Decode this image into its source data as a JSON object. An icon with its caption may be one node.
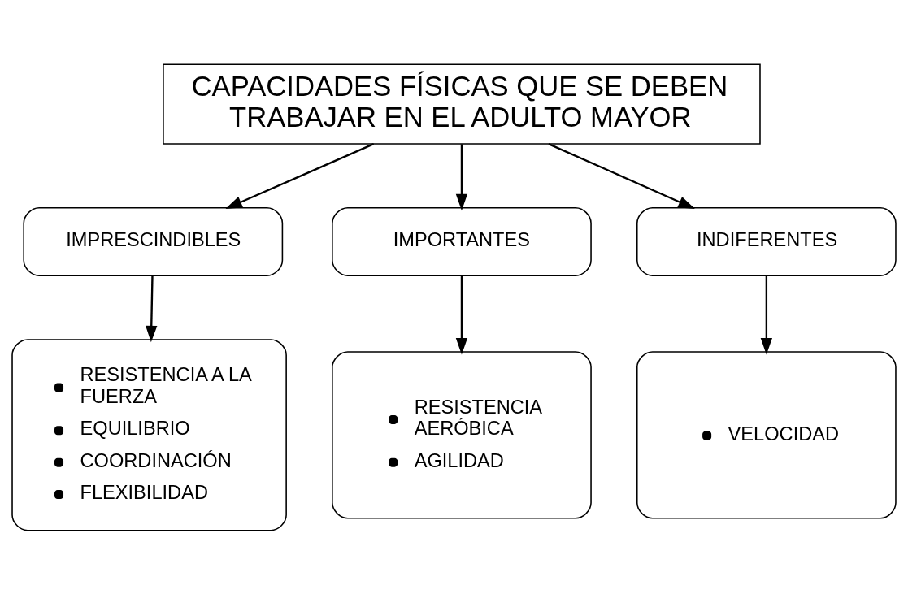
{
  "diagram": {
    "nodes": [
      {
        "text": [
          "CAPACIDADES FÍSICAS QUE SE DEBEN TRABAJAR EN EL ADULTO MAYOR"
        ]
      },
      {
        "text": [
          "IMPRESCINDIBLES"
        ]
      },
      {
        "text": [
          "IMPORTANTES"
        ]
      },
      {
        "text": [
          "INDIFERENTES"
        ]
      },
      {
        "text": [
          "RESISTENCIA A LA FUERZA",
          "EQUILIBRIO",
          "COORDINACIÓN",
          "FLEXIBILIDAD"
        ]
      },
      {
        "text": [
          "RESISTENCIA AERÓBICA",
          "AGILIDAD"
        ]
      },
      {
        "text": [
          "VELOCIDAD"
        ]
      }
    ],
    "edges": [
      {
        "from": 0,
        "to": 1,
        "arrow": "to"
      },
      {
        "from": 0,
        "to": 2,
        "arrow": "to"
      },
      {
        "from": 0,
        "to": 3,
        "arrow": "to"
      },
      {
        "from": 1,
        "to": 4,
        "arrow": "to"
      },
      {
        "from": 2,
        "to": 5,
        "arrow": "to"
      },
      {
        "from": 3,
        "to": 6,
        "arrow": "to"
      }
    ]
  }
}
